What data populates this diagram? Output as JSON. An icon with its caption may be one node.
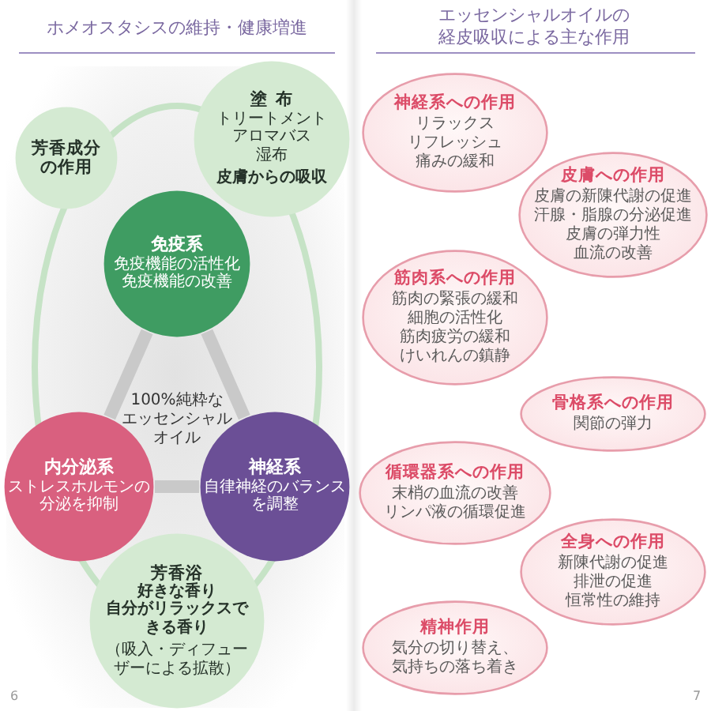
{
  "diagram": {
    "nodes": [
      {
        "text": [
          "芳香成分の作用"
        ]
      },
      {
        "text": [
          "免疫系",
          "免疫機能の活性化",
          "免疫機能の改善"
        ]
      },
      {
        "text": [
          "塗布",
          "トリートメント",
          "アロマバス",
          "湿布",
          "皮膚からの吸収"
        ]
      },
      {
        "text": [
          "内分泌系",
          "ストレスホルモンの分泌を抑制"
        ]
      },
      {
        "text": [
          "神経系",
          "自律神経のバランスを調整"
        ]
      },
      {
        "text": [
          "芳香浴",
          "好きな香り",
          "自分がリラックスできる香り",
          "（吸入・ディフューザーによる拡散）"
        ]
      },
      {
        "text": [
          "神経系への作用",
          "リラックス",
          "リフレッシュ",
          "痛みの緩和"
        ]
      },
      {
        "text": [
          "皮膚への作用",
          "皮膚の新陳代謝の促進",
          "汗腺・脂腺の分泌促進",
          "皮膚の弾力性",
          "血流の改善"
        ]
      },
      {
        "text": [
          "筋肉系への作用",
          "筋肉の緊張の緩和",
          "細胞の活性化",
          "筋肉疲労の緩和",
          "けいれんの鎮静"
        ]
      },
      {
        "text": [
          "骨格系への作用",
          "関節の弾力"
        ]
      },
      {
        "text": [
          "循環器系への作用",
          "末梢の血流の改善",
          "リンパ液の循環促進"
        ]
      },
      {
        "text": [
          "全身への作用",
          "新陳代謝の促進",
          "排泄の促進",
          "恒常性の維持"
        ]
      },
      {
        "text": [
          "精神作用",
          "気分の切り替え、気持ちの落ち着き"
        ]
      }
    ],
    "edges": [
      {
        "from": 1,
        "to": 3,
        "arrow": "none"
      },
      {
        "from": 1,
        "to": 4,
        "arrow": "none"
      },
      {
        "from": 3,
        "to": 4,
        "arrow": "none"
      }
    ],
    "labels": [
      "ホメオスタシスの維持・健康増進",
      "エッセンシャルオイルの経皮吸収による主な作用",
      "100%純粋なエッセンシャルオイル",
      "6",
      "7"
    ]
  }
}
